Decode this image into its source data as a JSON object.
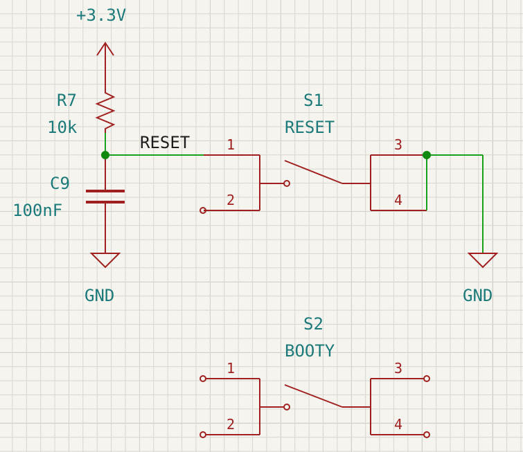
{
  "colors": {
    "background": "#f5f4ef",
    "grid_minor": "#d8d6cf",
    "grid_major": "#bdbbb4",
    "symbol": "#a02020",
    "wire": "#1aa01a",
    "junction": "#0d8a0d",
    "reference_text": "#1c7a7a",
    "net_label_text": "#1e1e1e"
  },
  "power": {
    "supply_label": "+3.3V",
    "gnd_left_label": "GND",
    "gnd_right_label": "GND"
  },
  "components": {
    "r7": {
      "ref": "R7",
      "value": "10k"
    },
    "c9": {
      "ref": "C9",
      "value": "100nF"
    },
    "s1": {
      "ref": "S1",
      "value": "RESET",
      "pin1": "1",
      "pin2": "2",
      "pin3": "3",
      "pin4": "4"
    },
    "s2": {
      "ref": "S2",
      "value": "BOOTY",
      "pin1": "1",
      "pin2": "2",
      "pin3": "3",
      "pin4": "4"
    }
  },
  "nets": {
    "reset_label": "RESET"
  },
  "icons": [
    "power-arrow-icon",
    "ground-symbol-icon",
    "resistor-icon",
    "capacitor-icon",
    "pushbutton-switch-icon"
  ]
}
